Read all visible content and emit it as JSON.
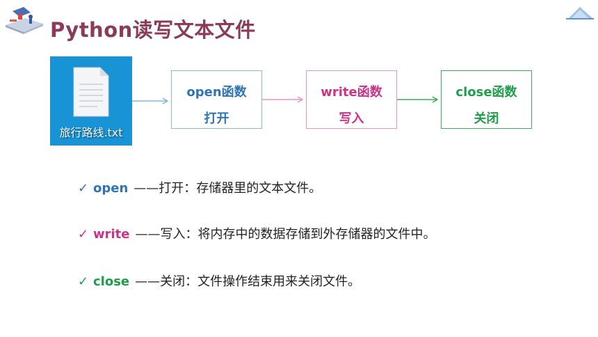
{
  "header": {
    "title": "Python读写文本文件"
  },
  "file": {
    "name": "旅行路线.txt"
  },
  "flow": [
    {
      "name": "open函数",
      "action": "打开",
      "color": "#2e74b5"
    },
    {
      "name": "write函数",
      "action": "写入",
      "color": "#c9348a"
    },
    {
      "name": "close函数",
      "action": "关闭",
      "color": "#1f9e4a"
    }
  ],
  "descriptions": [
    {
      "check": "✓",
      "keyword": "open",
      "dash": "——",
      "text": "打开：存储器里的文本文件。",
      "color": "#2e74b5"
    },
    {
      "check": "✓",
      "keyword": "write",
      "dash": "——",
      "text": "写入：将内存中的数据存储到外存储器的文件中。",
      "color": "#c9348a"
    },
    {
      "check": "✓",
      "keyword": "close",
      "dash": "——",
      "text": "关闭：文件操作结束用来关闭文件。",
      "color": "#1f9e4a"
    }
  ]
}
